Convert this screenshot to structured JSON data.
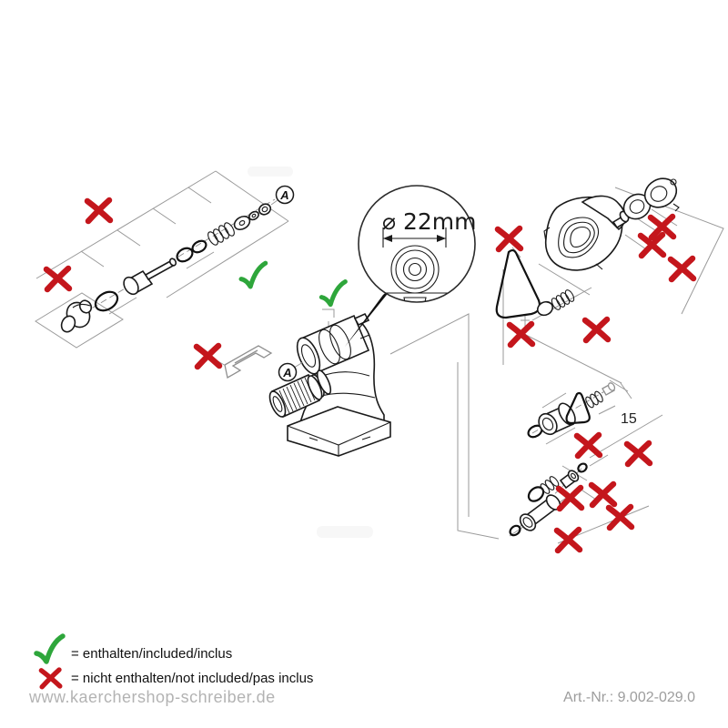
{
  "callout": {
    "diameter_label": "⌀ 22mm"
  },
  "labels": {
    "part_ref": "A",
    "kit_number": "15"
  },
  "legend": {
    "included_text": "= enthalten/included/inclus",
    "not_included_text": "= nicht enthalten/not included/pas inclus"
  },
  "footer": {
    "website": "www.kaerchershop-schreiber.de",
    "article_number": "Art.-Nr.: 9.002-029.0"
  },
  "colors": {
    "cross_red": "#C4161C",
    "check_green": "#2EA63B",
    "line": "#1a1a1a",
    "frame": "#9a9a9a"
  }
}
